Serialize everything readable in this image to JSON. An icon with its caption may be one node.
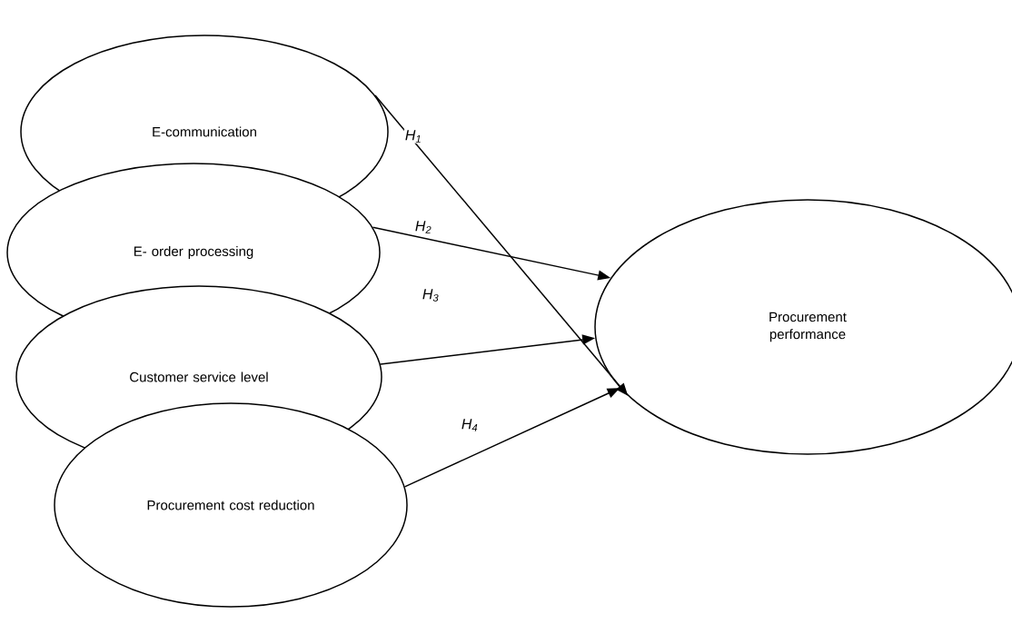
{
  "diagram": {
    "nodes": [
      {
        "text": [
          "E-communication"
        ]
      },
      {
        "text": [
          "E- order processing"
        ]
      },
      {
        "text": [
          "Customer service level"
        ]
      },
      {
        "text": [
          "Procurement cost reduction"
        ]
      },
      {
        "text": [
          "Procurement performance"
        ]
      }
    ],
    "edges": [
      {
        "from": 0,
        "to": 4,
        "arrow": "to",
        "label": "H$_{1}$"
      },
      {
        "from": 1,
        "to": 4,
        "arrow": "to",
        "label": "H$_{2}$"
      },
      {
        "from": 2,
        "to": 4,
        "arrow": "to",
        "label": "H$_{3}$"
      },
      {
        "from": 3,
        "to": 4,
        "arrow": "to",
        "label": "H$_{4}$"
      }
    ]
  }
}
